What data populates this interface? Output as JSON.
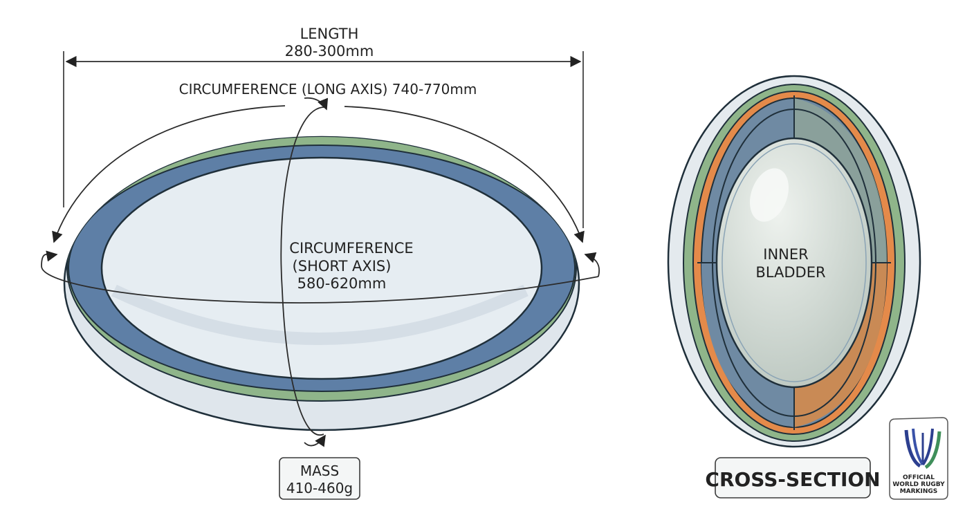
{
  "length": {
    "title": "LENGTH",
    "value": "280-300mm"
  },
  "circumference_long": {
    "text": "CIRCUMFERENCE (LONG AXIS) 740-770mm"
  },
  "circumference_short": {
    "line1": "CIRCUMFERENCE",
    "line2": "(SHORT AXIS)",
    "value": "580-620mm"
  },
  "mass": {
    "title": "MASS",
    "value": "410-460g"
  },
  "bladder": {
    "line1": "INNER",
    "line2": "BLADDER"
  },
  "cross_section": {
    "label": "CROSS-SECTION"
  },
  "badge": {
    "line1": "OFFICIAL",
    "line2": "WORLD RUGBY",
    "line3": "MARKINGS"
  },
  "colors": {
    "ball_fill": "#e3eaef",
    "green_stripe": "#8fb58a",
    "blue_stripe": "#5e7fa6",
    "orange_layer": "#e48a4a",
    "bladder_fill": "#cdd6cf",
    "outline": "#1f2f3a"
  }
}
